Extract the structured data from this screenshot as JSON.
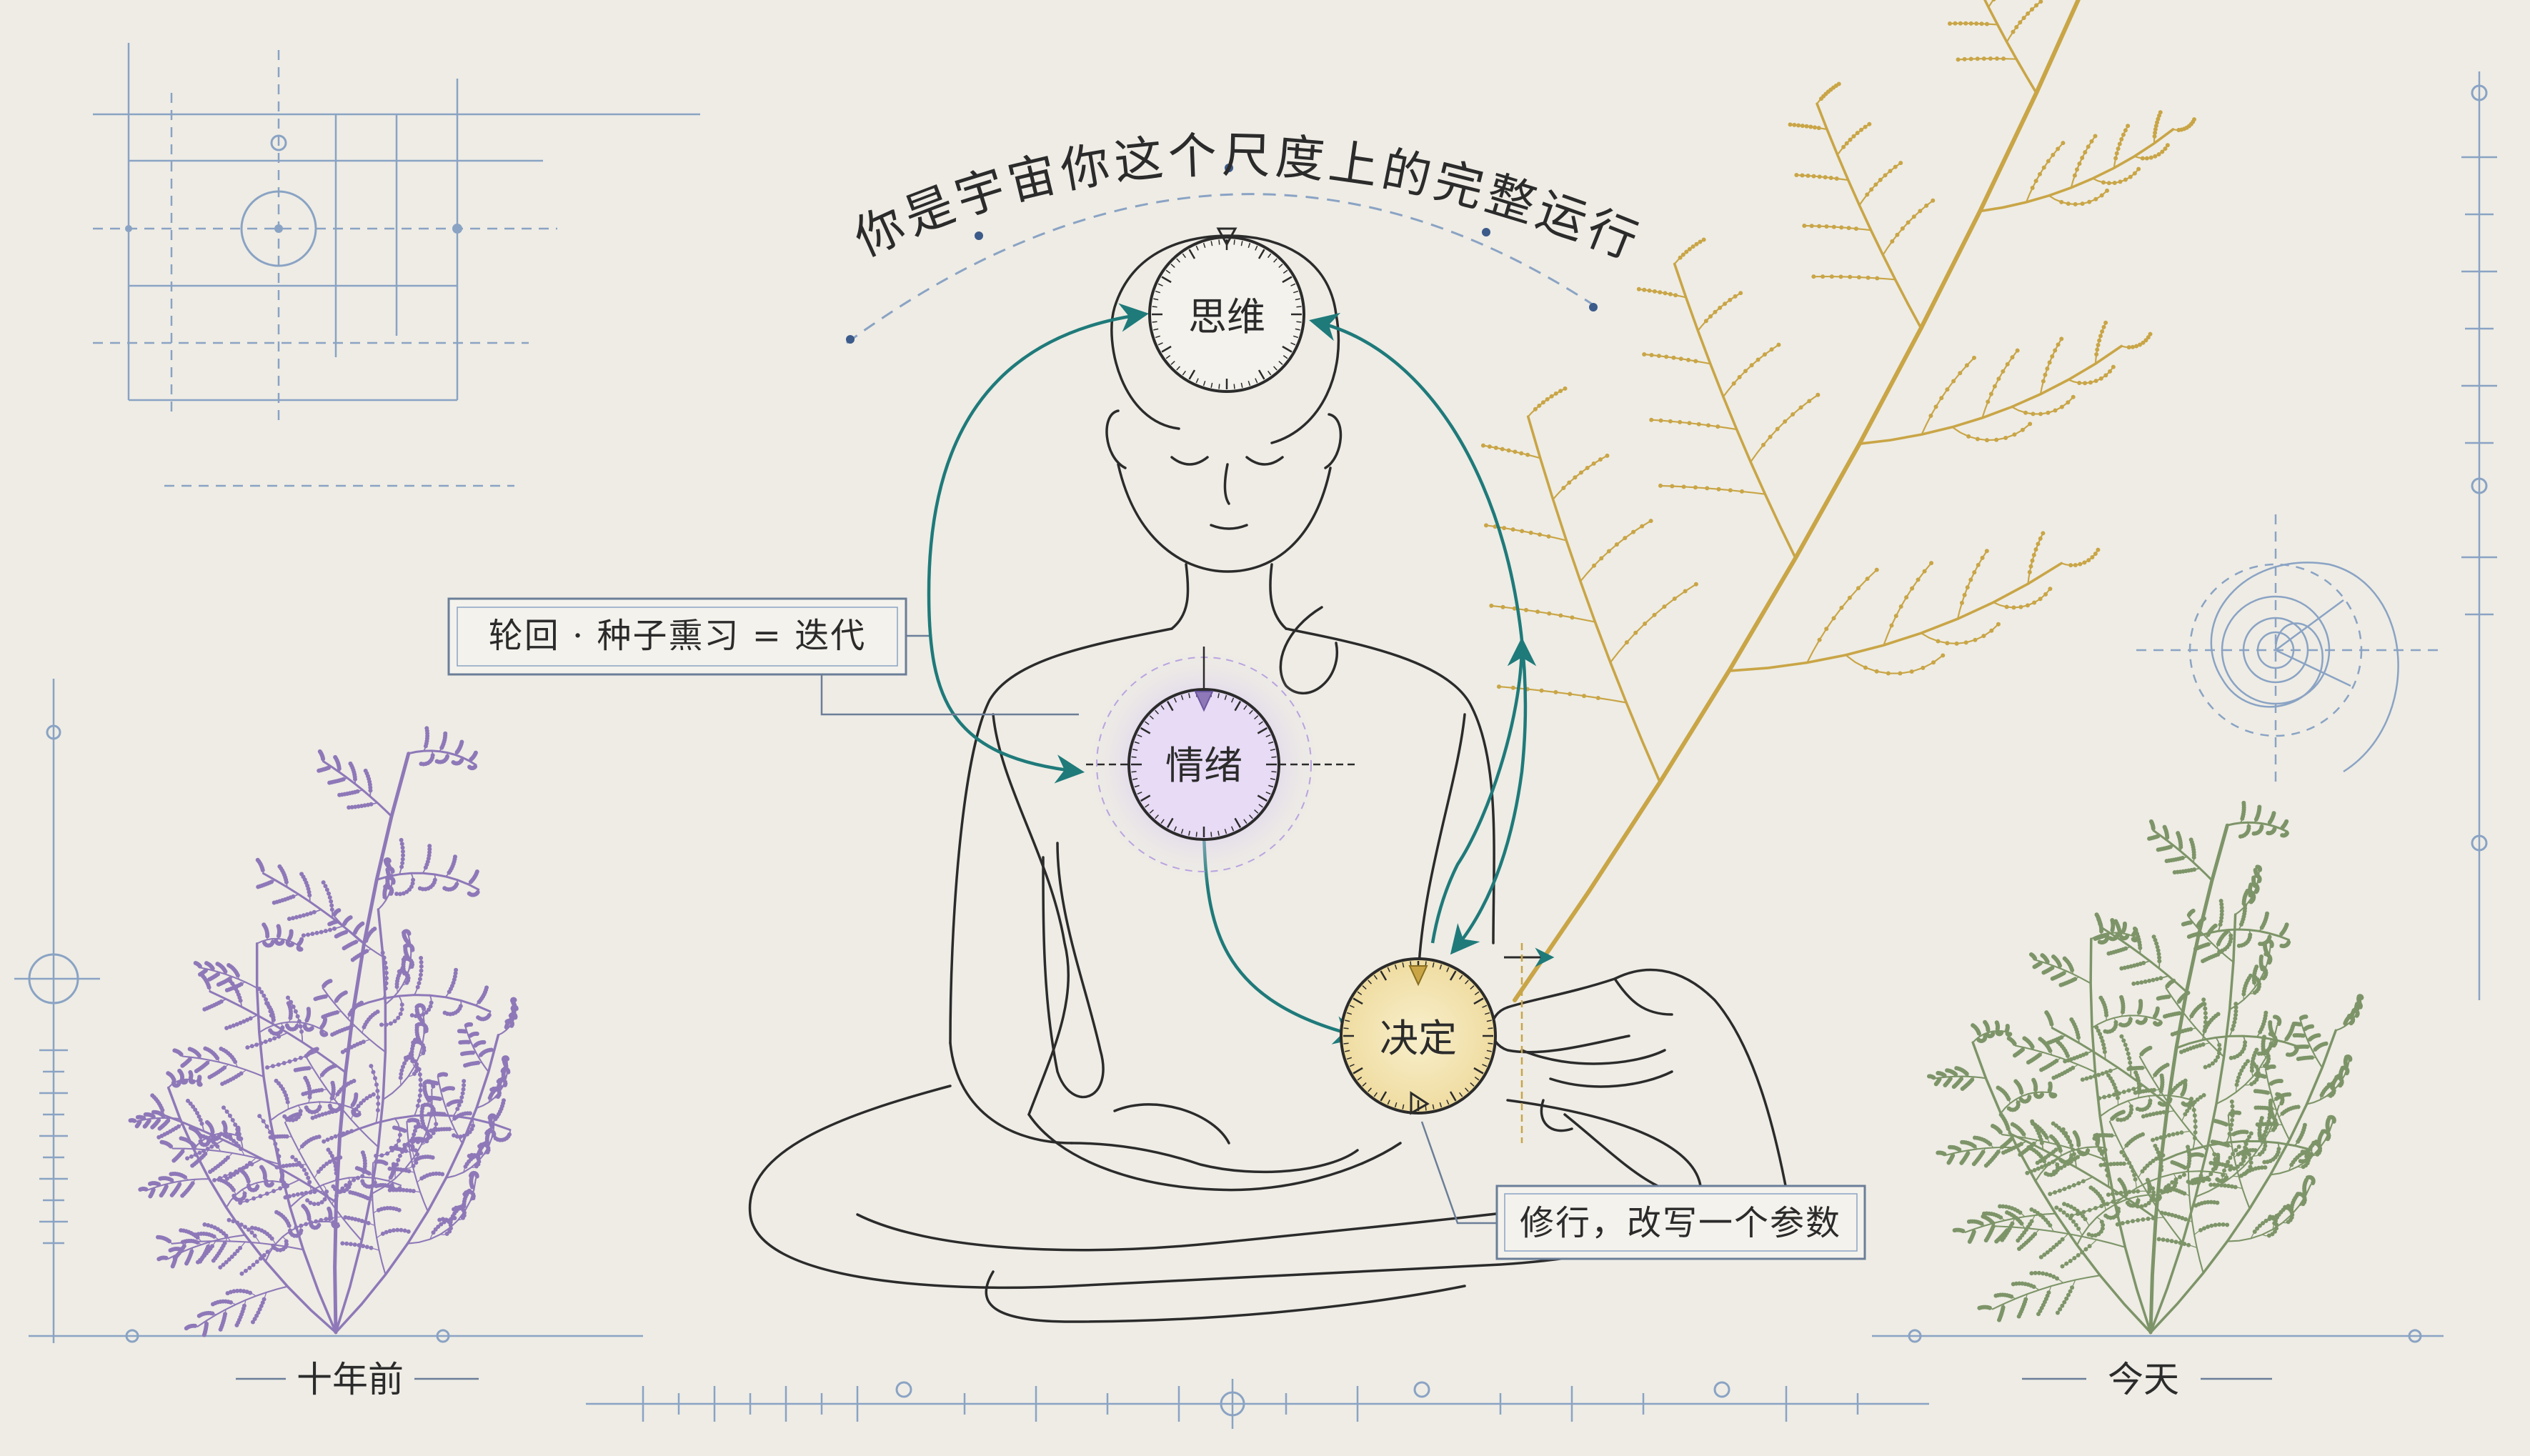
{
  "title": "你是宇宙你这个尺度上的完整运行",
  "nodes": {
    "thinking": "思维",
    "emotion": "情绪",
    "decision": "决定"
  },
  "labels": {
    "iteration": "轮回 · 种子熏习 = 迭代",
    "practice": "修行，改写一个参数"
  },
  "captions": {
    "past": "十年前",
    "today": "今天"
  },
  "colors": {
    "background": "#eeece5",
    "ink": "#2b2b2b",
    "arrow": "#1f7a7a",
    "blueprint": "#8aa3c4",
    "fern_past": "#8e78b8",
    "fern_golden": "#c9a546",
    "fern_today": "#7d9468",
    "emotion_glow": "#b9a3e0",
    "decision_fill": "#f3e6b8"
  },
  "icons": {
    "head_dial": "dial-icon",
    "heart_dial": "dial-icon",
    "hand_dial": "dial-icon"
  }
}
